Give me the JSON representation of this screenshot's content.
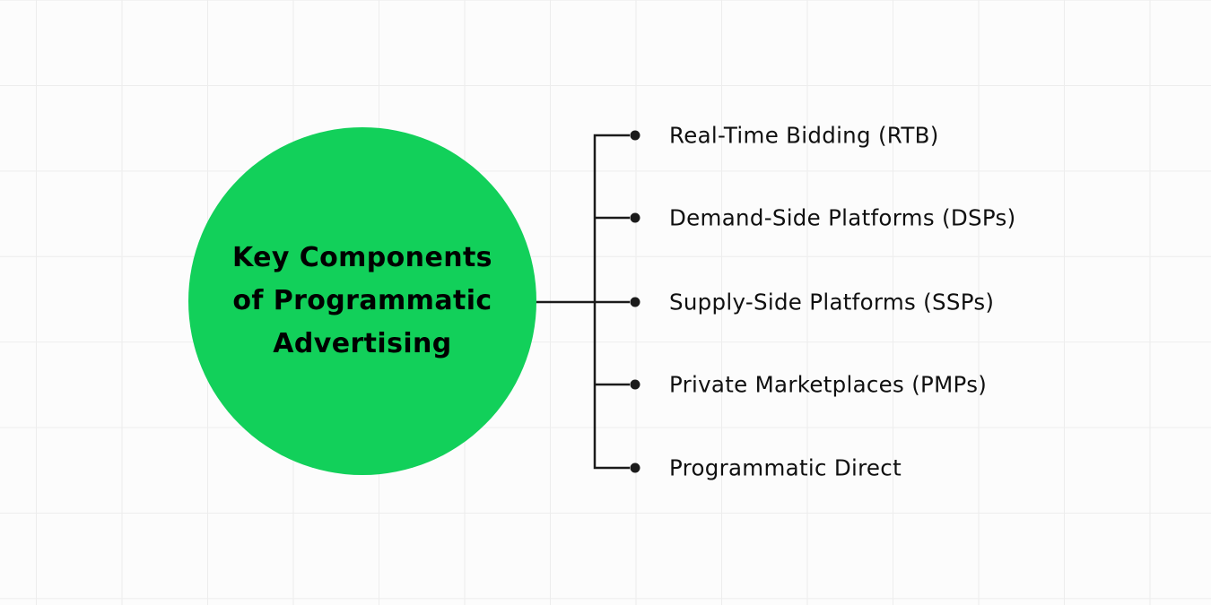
{
  "diagram": {
    "center": {
      "title_text": "Key Components of Programmatic Advertising",
      "title_lines": [
        "Key Components",
        "of Programmatic",
        "Advertising"
      ]
    },
    "branches": [
      {
        "label": "Real-Time Bidding (RTB)"
      },
      {
        "label": "Demand-Side Platforms (DSPs)"
      },
      {
        "label": "Supply-Side Platforms (SSPs)"
      },
      {
        "label": "Private Marketplaces (PMPs)"
      },
      {
        "label": "Programmatic Direct"
      }
    ],
    "colors": {
      "circle_fill": "#12d05a",
      "connector": "#1b1b1b",
      "label_text": "#101010",
      "title_text": "#000000",
      "grid_line": "#ededed",
      "background": "#fcfcfc"
    }
  }
}
